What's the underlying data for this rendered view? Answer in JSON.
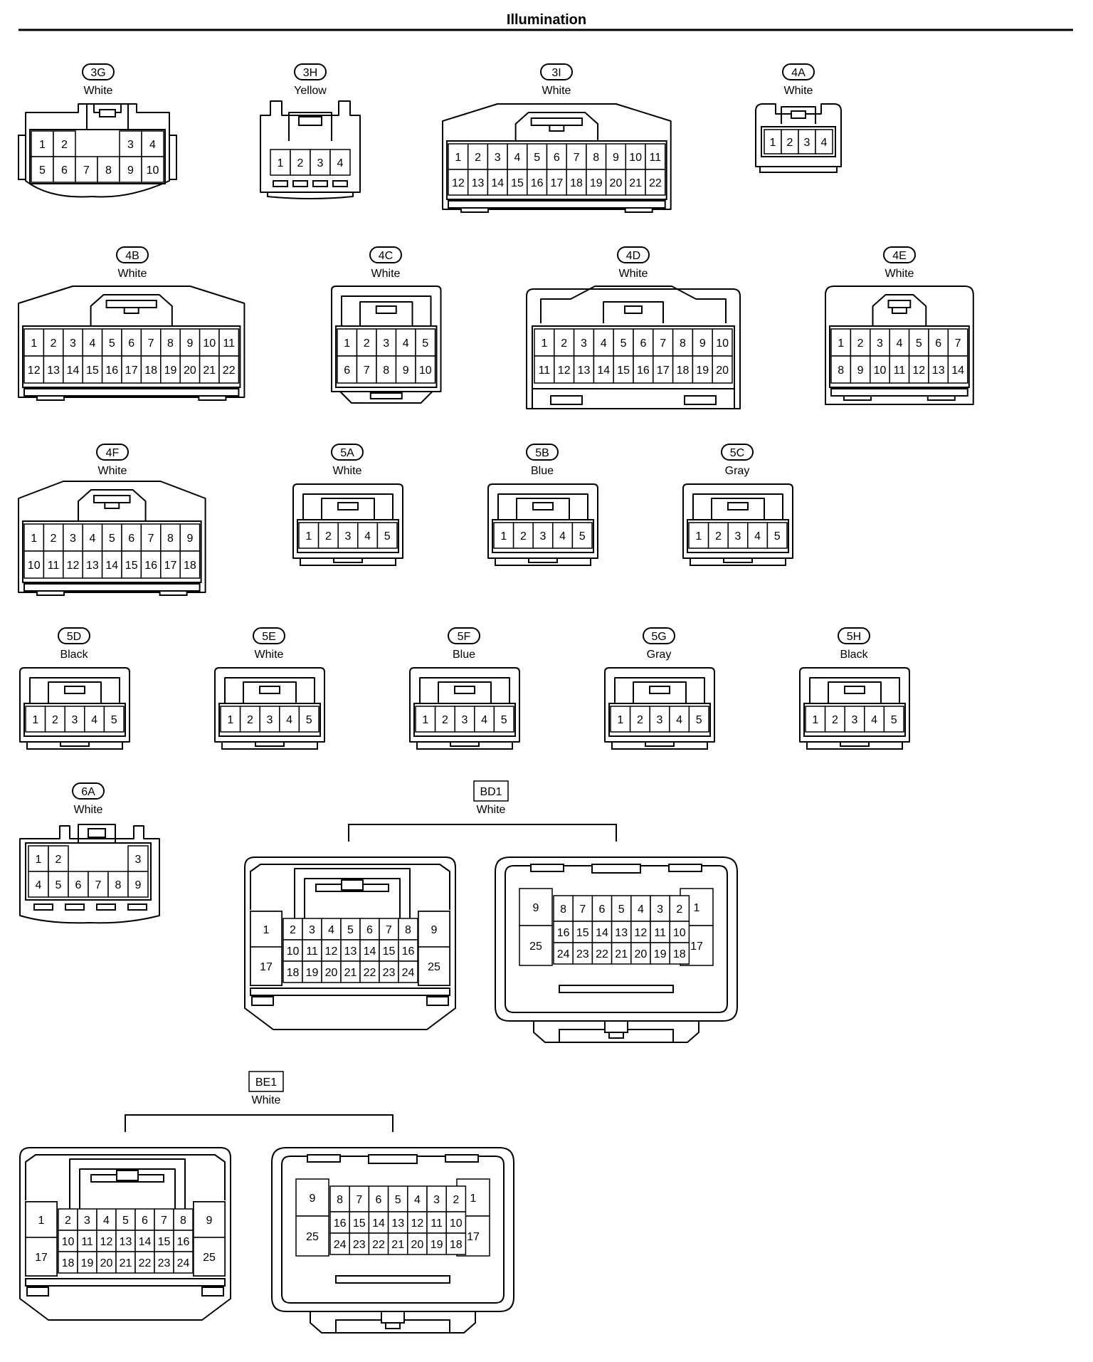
{
  "page": {
    "title": "Illumination"
  },
  "connectors": [
    {
      "id": "3G",
      "color": "White",
      "pins": [
        "1",
        "2",
        "3",
        "4",
        "5",
        "6",
        "7",
        "8",
        "9",
        "10"
      ]
    },
    {
      "id": "3H",
      "color": "Yellow",
      "pins": [
        "1",
        "2",
        "3",
        "4"
      ]
    },
    {
      "id": "3I",
      "color": "White",
      "pins": [
        "1",
        "2",
        "3",
        "4",
        "5",
        "6",
        "7",
        "8",
        "9",
        "10",
        "11",
        "12",
        "13",
        "14",
        "15",
        "16",
        "17",
        "18",
        "19",
        "20",
        "21",
        "22"
      ]
    },
    {
      "id": "4A",
      "color": "White",
      "pins": [
        "1",
        "2",
        "3",
        "4"
      ]
    },
    {
      "id": "4B",
      "color": "White",
      "pins": [
        "1",
        "2",
        "3",
        "4",
        "5",
        "6",
        "7",
        "8",
        "9",
        "10",
        "11",
        "12",
        "13",
        "14",
        "15",
        "16",
        "17",
        "18",
        "19",
        "20",
        "21",
        "22"
      ]
    },
    {
      "id": "4C",
      "color": "White",
      "pins": [
        "1",
        "2",
        "3",
        "4",
        "5",
        "6",
        "7",
        "8",
        "9",
        "10"
      ]
    },
    {
      "id": "4D",
      "color": "White",
      "pins": [
        "1",
        "2",
        "3",
        "4",
        "5",
        "6",
        "7",
        "8",
        "9",
        "10",
        "11",
        "12",
        "13",
        "14",
        "15",
        "16",
        "17",
        "18",
        "19",
        "20"
      ]
    },
    {
      "id": "4E",
      "color": "White",
      "pins": [
        "1",
        "2",
        "3",
        "4",
        "5",
        "6",
        "7",
        "8",
        "9",
        "10",
        "11",
        "12",
        "13",
        "14"
      ]
    },
    {
      "id": "4F",
      "color": "White",
      "pins": [
        "1",
        "2",
        "3",
        "4",
        "5",
        "6",
        "7",
        "8",
        "9",
        "10",
        "11",
        "12",
        "13",
        "14",
        "15",
        "16",
        "17",
        "18"
      ]
    },
    {
      "id": "5A",
      "color": "White",
      "pins": [
        "1",
        "2",
        "3",
        "4",
        "5"
      ]
    },
    {
      "id": "5B",
      "color": "Blue",
      "pins": [
        "1",
        "2",
        "3",
        "4",
        "5"
      ]
    },
    {
      "id": "5C",
      "color": "Gray",
      "pins": [
        "1",
        "2",
        "3",
        "4",
        "5"
      ]
    },
    {
      "id": "5D",
      "color": "Black",
      "pins": [
        "1",
        "2",
        "3",
        "4",
        "5"
      ]
    },
    {
      "id": "5E",
      "color": "White",
      "pins": [
        "1",
        "2",
        "3",
        "4",
        "5"
      ]
    },
    {
      "id": "5F",
      "color": "Blue",
      "pins": [
        "1",
        "2",
        "3",
        "4",
        "5"
      ]
    },
    {
      "id": "5G",
      "color": "Gray",
      "pins": [
        "1",
        "2",
        "3",
        "4",
        "5"
      ]
    },
    {
      "id": "5H",
      "color": "Black",
      "pins": [
        "1",
        "2",
        "3",
        "4",
        "5"
      ]
    },
    {
      "id": "6A",
      "color": "White",
      "pins": [
        "1",
        "2",
        "3",
        "4",
        "5",
        "6",
        "7",
        "8",
        "9"
      ]
    },
    {
      "id": "BD1",
      "color": "White",
      "pins": [
        "1",
        "2",
        "3",
        "4",
        "5",
        "6",
        "7",
        "8",
        "9",
        "10",
        "11",
        "12",
        "13",
        "14",
        "15",
        "16",
        "17",
        "18",
        "19",
        "20",
        "21",
        "22",
        "23",
        "24",
        "25"
      ]
    },
    {
      "id": "BE1",
      "color": "White",
      "pins": [
        "1",
        "2",
        "3",
        "4",
        "5",
        "6",
        "7",
        "8",
        "9",
        "10",
        "11",
        "12",
        "13",
        "14",
        "15",
        "16",
        "17",
        "18",
        "19",
        "20",
        "21",
        "22",
        "23",
        "24",
        "25"
      ]
    }
  ]
}
